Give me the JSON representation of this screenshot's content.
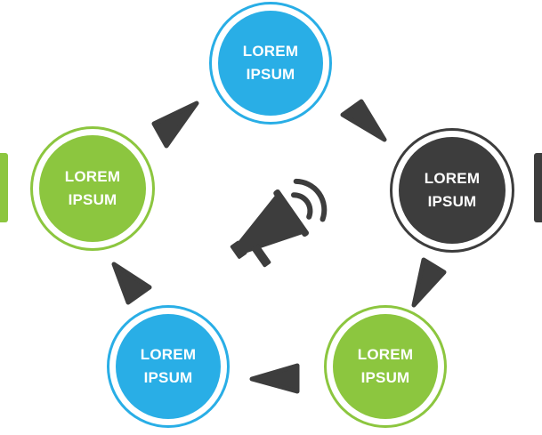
{
  "colors": {
    "blue": "#29aee6",
    "green": "#8cc63f",
    "dark": "#3d3d3d",
    "arrow": "#3d3d3d"
  },
  "center_icon": "megaphone-icon",
  "nodes": [
    {
      "id": "top",
      "line1": "LOREM",
      "line2": "IPSUM",
      "color": "blue"
    },
    {
      "id": "right",
      "line1": "LOREM",
      "line2": "IPSUM",
      "color": "dark"
    },
    {
      "id": "bottom-right",
      "line1": "LOREM",
      "line2": "IPSUM",
      "color": "green"
    },
    {
      "id": "bottom-left",
      "line1": "LOREM",
      "line2": "IPSUM",
      "color": "blue"
    },
    {
      "id": "left",
      "line1": "LOREM",
      "line2": "IPSUM",
      "color": "green"
    }
  ]
}
